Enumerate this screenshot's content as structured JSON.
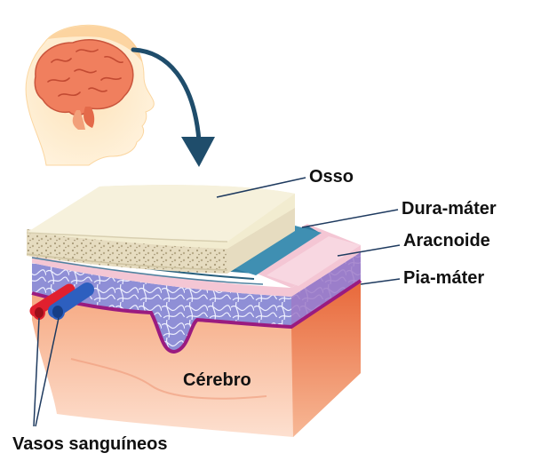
{
  "labels": {
    "osso": "Osso",
    "dura_mater": "Dura-máter",
    "aracnoide": "Aracnoide",
    "pia_mater": "Pia-máter",
    "cerebro": "Cérebro",
    "vasos_sanguineos": "Vasos sanguíneos"
  },
  "colors": {
    "bone": "#f2ecd0",
    "spongy_bone": "#d9cfb3",
    "dura_mater": "#2f7b9e",
    "arachnoid": "#f4c6d4",
    "pia_mater": "#9a1b80",
    "subarachnoid": "#8f8fd6",
    "brain": "#f7b896",
    "artery": "#e0202e",
    "vein": "#2d5fbf",
    "arrow": "#1f4d6b"
  },
  "icons": {
    "head": "head-silhouette-icon",
    "brain": "brain-icon",
    "arrow": "curved-arrow-down-icon"
  }
}
